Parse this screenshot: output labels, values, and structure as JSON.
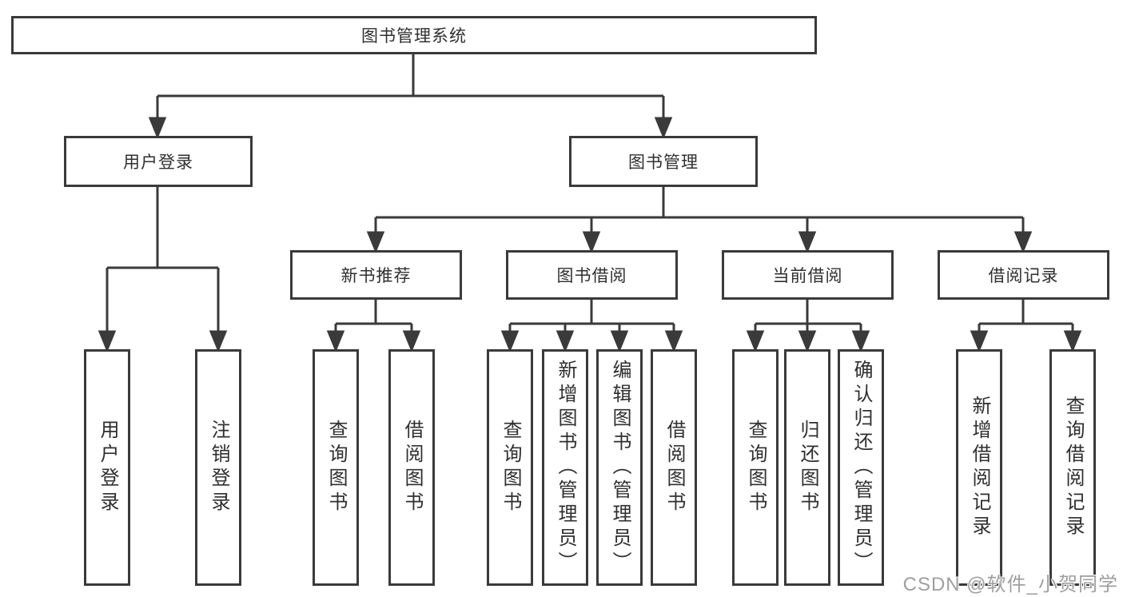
{
  "structure": {
    "root": "图书管理系统",
    "children": [
      {
        "label": "用户登录",
        "children": [
          "用户登录",
          "注销登录"
        ]
      },
      {
        "label": "图书管理",
        "children": [
          {
            "label": "新书推荐",
            "children": [
              "查询图书",
              "借阅图书"
            ]
          },
          {
            "label": "图书借阅",
            "children": [
              "查询图书",
              "新增图书（管理员）",
              "编辑图书（管理员）",
              "借阅图书"
            ]
          },
          {
            "label": "当前借阅",
            "children": [
              "查询图书",
              "归还图书",
              "确认归还（管理员）"
            ]
          },
          {
            "label": "借阅记录",
            "children": [
              "新增借阅记录",
              "查询借阅记录"
            ]
          }
        ]
      }
    ]
  },
  "watermark": {
    "text": "CSDN @软件_小贺同学"
  },
  "colors": {
    "line": "#3a3a3a",
    "box_background": "#ffffff",
    "text": "#2f2f2f",
    "watermark_text": "#9f9f9f",
    "background": "#ffffff"
  }
}
